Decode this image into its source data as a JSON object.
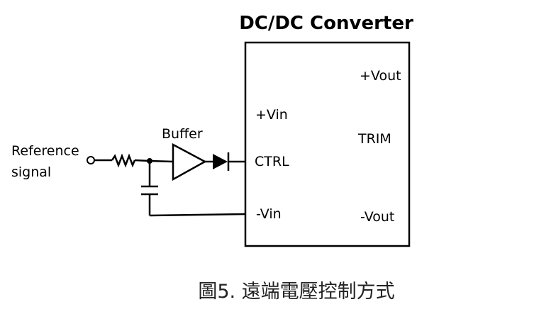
{
  "diagram": {
    "title": "DC/DC Converter",
    "pins": {
      "vout_pos": "+Vout",
      "vin_pos": "+Vin",
      "trim": "TRIM",
      "ctrl": "CTRL",
      "vin_neg": "-Vin",
      "vout_neg": "-Vout"
    },
    "buffer_label": "Buffer",
    "reference_label_line1": "Reference",
    "reference_label_line2": "signal",
    "caption": "圖5. 遠端電壓控制方式",
    "colors": {
      "stroke": "#000000",
      "background": "#ffffff",
      "caption": "#222222"
    }
  }
}
